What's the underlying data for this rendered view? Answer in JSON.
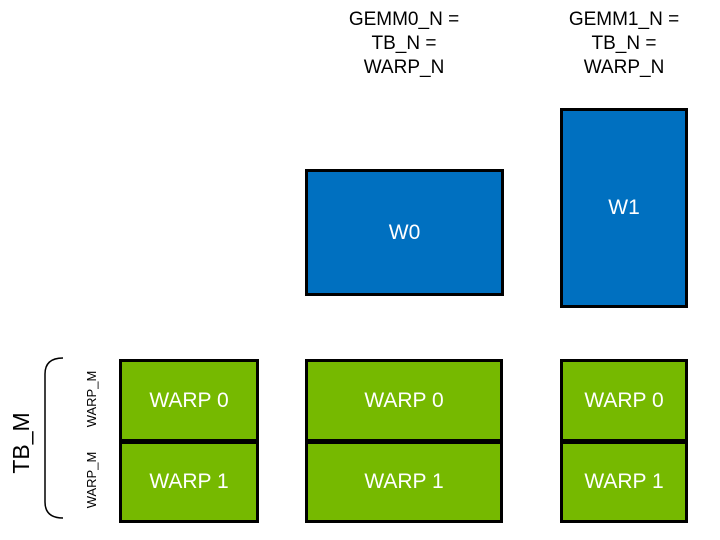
{
  "colors": {
    "accumulator_blue": "#0070C0",
    "warp_green": "#76B900",
    "outline_black": "#000000",
    "tile_text_white": "#FFFFFF",
    "label_text_black": "#000000",
    "background": "#FFFFFF"
  },
  "column_headers": {
    "gemm0": "GEMM0_N =\nTB_N =\nWARP_N",
    "gemm1": "GEMM1_N =\nTB_N =\nWARP_N"
  },
  "accumulator_tiles": [
    {
      "label": "W0"
    },
    {
      "label": "W1"
    }
  ],
  "warp_tile_columns": [
    {
      "cells": [
        {
          "label": "WARP 0"
        },
        {
          "label": "WARP 1"
        }
      ]
    },
    {
      "cells": [
        {
          "label": "WARP 0"
        },
        {
          "label": "WARP 1"
        }
      ]
    },
    {
      "cells": [
        {
          "label": "WARP 0"
        },
        {
          "label": "WARP 1"
        }
      ]
    }
  ],
  "side_labels": {
    "tb_m": "TB_M",
    "warp_m_rows": [
      "WARP_M",
      "WARP_M"
    ]
  }
}
